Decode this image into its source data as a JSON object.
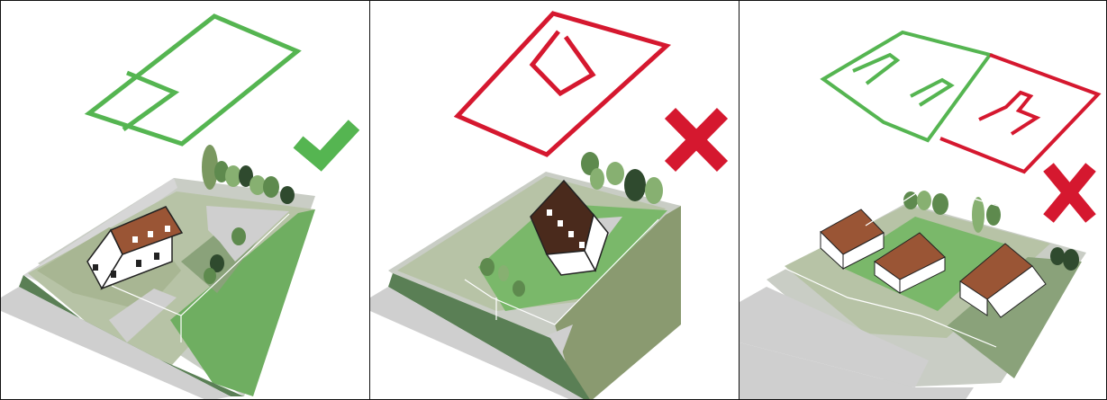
{
  "colors": {
    "ok": "#55b551",
    "bad": "#d5182f",
    "road": "#cfcfcf",
    "road_dark": "#6f8a68",
    "lawn": "#7ab86a",
    "field": "#8a9a70",
    "plot": "#b9c6a9",
    "roof": "#8a4a2a",
    "roof_dark": "#4a2a1c",
    "wall": "#ffffff"
  },
  "panels": [
    {
      "id": "panel-1",
      "verdict": "correct",
      "icon": "checkmark-icon"
    },
    {
      "id": "panel-2",
      "verdict": "incorrect",
      "icon": "cross-icon"
    },
    {
      "id": "panel-3",
      "verdict": "incorrect",
      "icon": "cross-icon"
    }
  ]
}
